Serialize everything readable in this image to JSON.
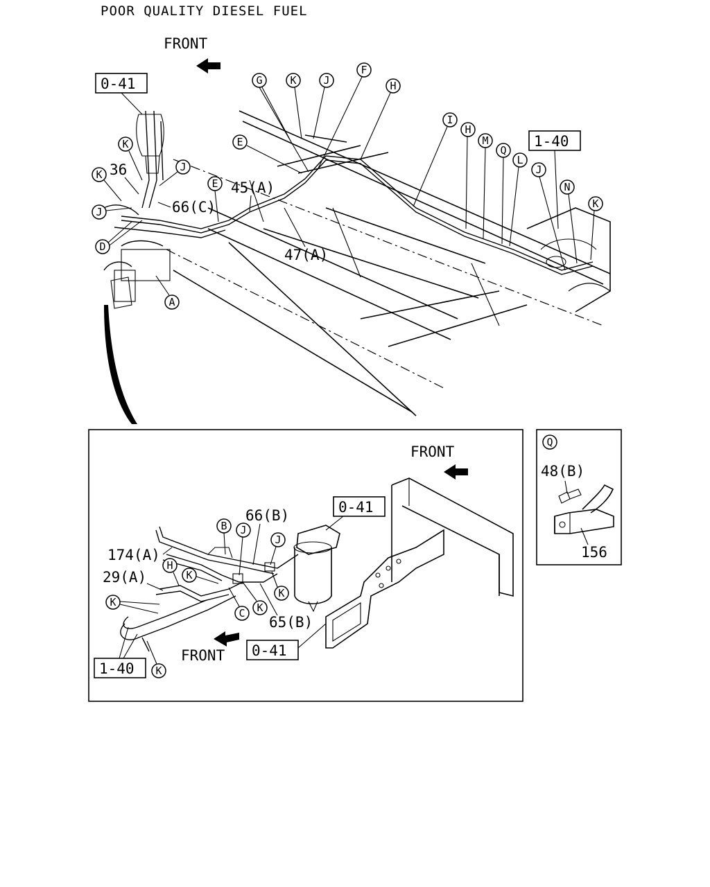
{
  "title": "POOR QUALITY DIESEL FUEL",
  "main_view": {
    "front_label": "FRONT",
    "ref_boxes": [
      "0-41",
      "1-40"
    ],
    "callouts": [
      "G",
      "K",
      "J",
      "F",
      "H",
      "E",
      "I",
      "H",
      "M",
      "Q",
      "L",
      "J",
      "N",
      "K",
      "K",
      "K",
      "J",
      "J",
      "D",
      "A",
      "E"
    ],
    "part_labels": [
      "36",
      "66(C)",
      "45(A)",
      "47(A)"
    ]
  },
  "detail_inset": {
    "front_label_top": "FRONT",
    "front_label_bottom": "FRONT",
    "ref_boxes": [
      "0-41",
      "0-41",
      "1-40"
    ],
    "callouts": [
      "B",
      "J",
      "J",
      "H",
      "K",
      "K",
      "C",
      "K",
      "K",
      "K"
    ],
    "part_labels": [
      "66(B)",
      "174(A)",
      "29(A)",
      "65(B)"
    ]
  },
  "q_detail": {
    "callout": "Q",
    "part_labels": [
      "48(B)",
      "156"
    ]
  }
}
